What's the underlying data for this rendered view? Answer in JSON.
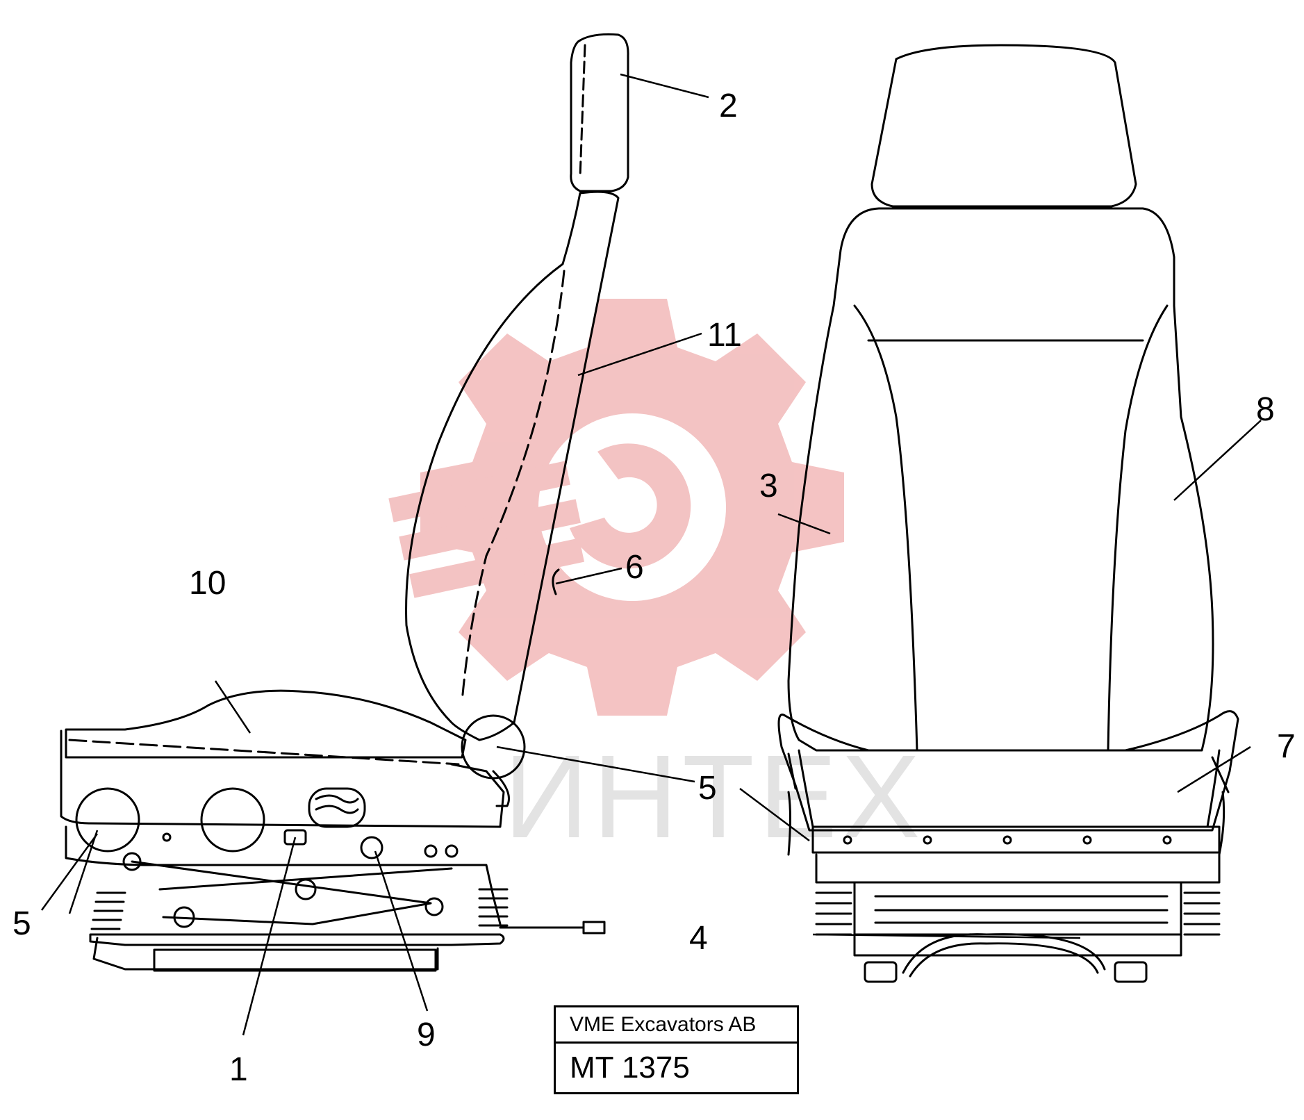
{
  "colors": {
    "line": "#000000",
    "watermark": "#f2b9b9",
    "watermark_text": "#e3e3e3"
  },
  "watermark": {
    "text": "ИНТЕХ",
    "icon": "gear-wrench-icon"
  },
  "callouts": {
    "c1": "1",
    "c2": "2",
    "c3": "3",
    "c4": "4",
    "c5_left": "5",
    "c5_mid": "5",
    "c6": "6",
    "c7": "7",
    "c8": "8",
    "c9": "9",
    "c10": "10",
    "c11": "11"
  },
  "title_block": {
    "company": "VME Excavators AB",
    "code": "MT 1375"
  }
}
